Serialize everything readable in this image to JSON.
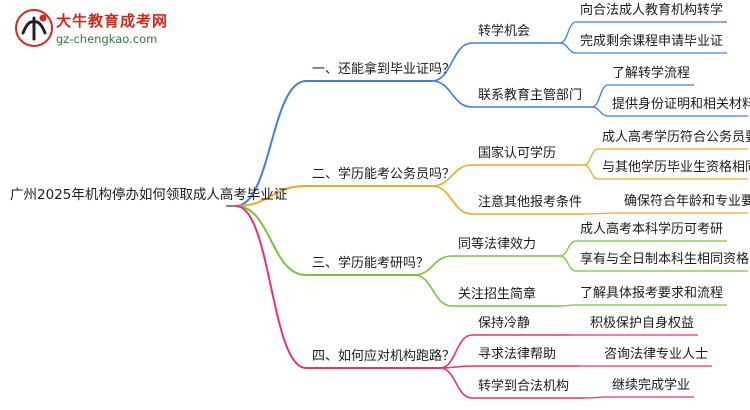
{
  "logo": {
    "title": "大牛教育成考网",
    "url": "gz-chengkao.com"
  },
  "root": {
    "label": "广州2025年机构停办如何领取成人高考毕业证"
  },
  "branches": [
    {
      "label": "一、还能拿到毕业证吗？",
      "color": "#3f7ee8",
      "children": [
        {
          "label": "转学机会",
          "leaves": [
            "向合法成人教育机构转学",
            "完成剩余课程申请毕业证"
          ]
        },
        {
          "label": "联系教育主管部门",
          "leaves": [
            "了解转学流程",
            "提供身份证明和相关材料"
          ]
        }
      ]
    },
    {
      "label": "二、学历能考公务员吗？",
      "color": "#f0a81e",
      "children": [
        {
          "label": "国家认可学历",
          "leaves": [
            "成人高考学历符合公务员要求",
            "与其他学历毕业生资格相同"
          ]
        },
        {
          "label": "注意其他报考条件",
          "leaves": [
            "确保符合年龄和专业要求"
          ]
        }
      ]
    },
    {
      "label": "三、学历能考研吗？",
      "color": "#79c23c",
      "children": [
        {
          "label": "同等法律效力",
          "leaves": [
            "成人高考本科学历可考研",
            "享有与全日制本科生相同资格"
          ]
        },
        {
          "label": "关注招生简章",
          "leaves": [
            "了解具体报考要求和流程"
          ]
        }
      ]
    },
    {
      "label": "四、如何应对机构跑路？",
      "color": "#e8336c",
      "children": [
        {
          "label": "保持冷静",
          "leaves": [
            "积极保护自身权益"
          ]
        },
        {
          "label": "寻求法律帮助",
          "leaves": [
            "咨询法律专业人士"
          ]
        },
        {
          "label": "转学到合法机构",
          "leaves": [
            "继续完成学业"
          ]
        }
      ]
    }
  ]
}
